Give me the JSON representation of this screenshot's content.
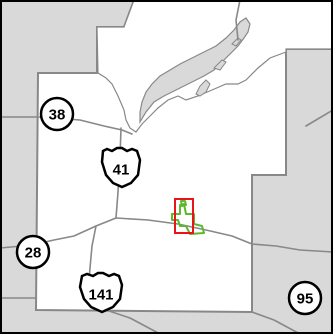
{
  "map": {
    "colors": {
      "outside_land": "#d9d9d9",
      "highlighted_region": "#ffffff",
      "water": "#ffffff",
      "boundary": "#888888",
      "road": "#888888",
      "frame": "#000000",
      "parcel_outline": "#5cb82e",
      "marker_outline": "#e8141a"
    },
    "route_markers": [
      {
        "label": "38",
        "type": "state-route",
        "icon": "circle-shield-icon"
      },
      {
        "label": "41",
        "type": "us-route",
        "icon": "us-highway-shield-icon"
      },
      {
        "label": "28",
        "type": "state-route",
        "icon": "circle-shield-icon"
      },
      {
        "label": "141",
        "type": "us-route",
        "icon": "us-highway-shield-icon"
      },
      {
        "label": "95",
        "type": "state-route",
        "icon": "circle-shield-icon"
      }
    ],
    "location_marker": {
      "icon": "location-rectangle-icon"
    },
    "parcel": {
      "icon": "parcel-outline-icon"
    }
  }
}
